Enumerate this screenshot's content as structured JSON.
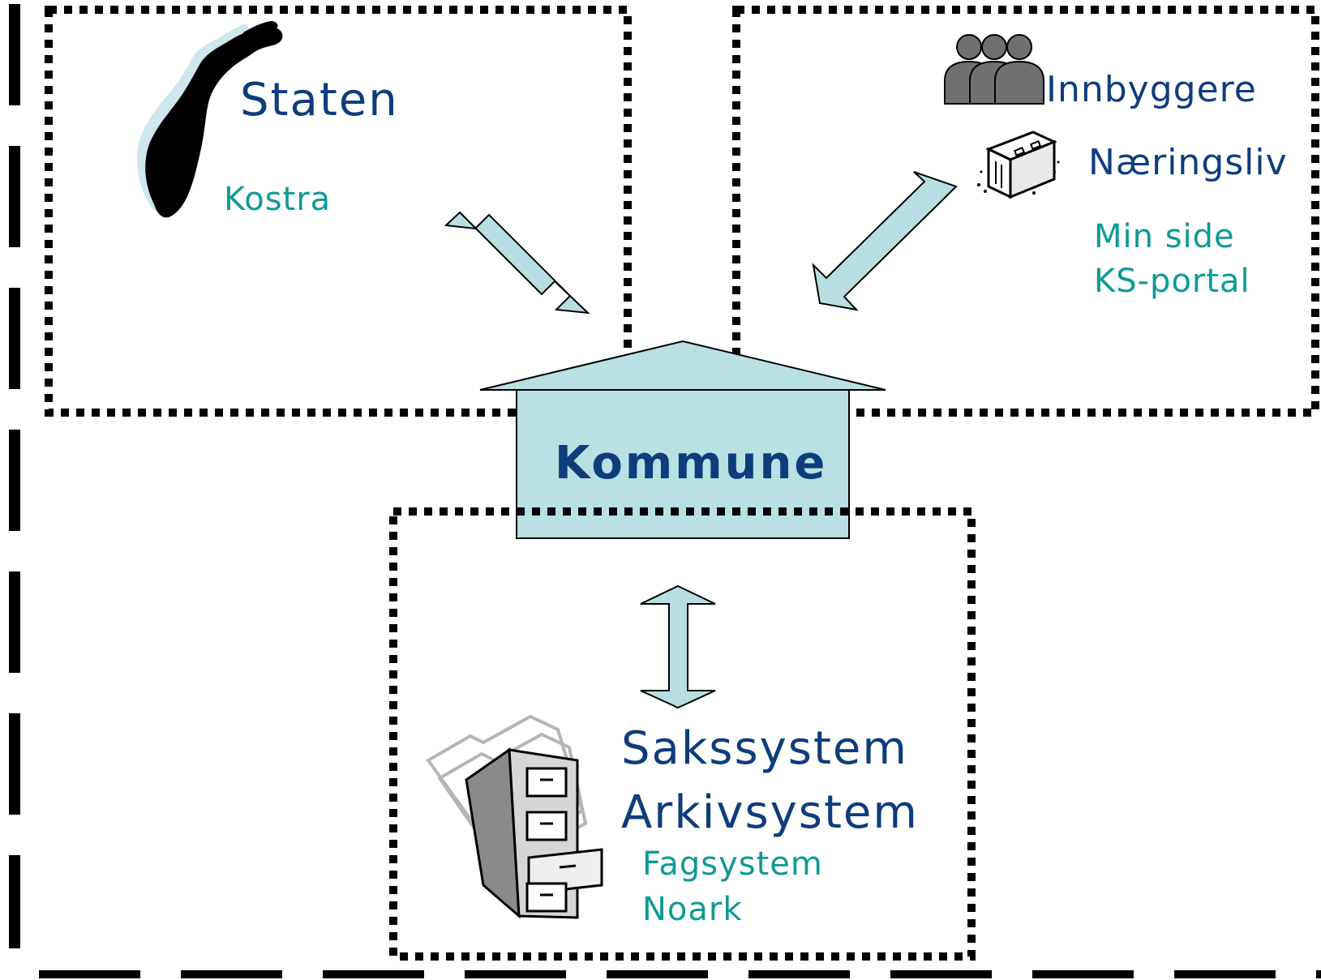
{
  "staten": {
    "title": "Staten",
    "sub": "Kostra"
  },
  "external": {
    "innbyggere": "Innbyggere",
    "naeringsliv": "Næringsliv",
    "portal_lines": [
      "Min side",
      "KS-portal"
    ]
  },
  "kommune": {
    "label": "Kommune"
  },
  "sak": {
    "lines": [
      "Sakssystem",
      "Arkivsystem"
    ],
    "sub_lines": [
      "Fagsystem",
      "Noark"
    ]
  },
  "colors": {
    "arrow_fill": "#b7dfe1",
    "house_fill": "#b9e0e3",
    "dark_text": "#0e3d7c",
    "teal_text": "#0f9a96"
  }
}
